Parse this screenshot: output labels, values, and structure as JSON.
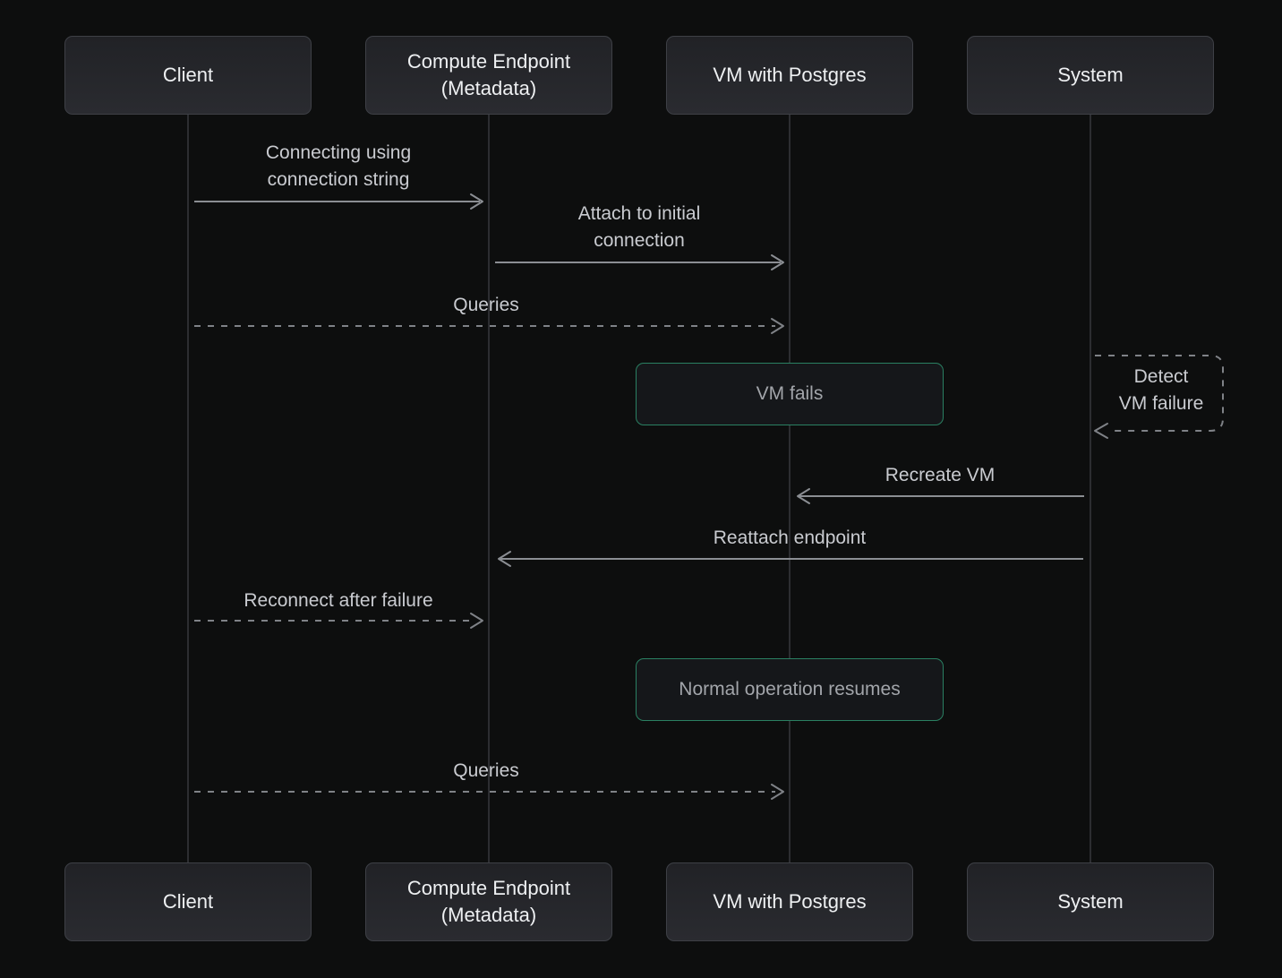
{
  "diagram_type": "sequence-diagram",
  "colors": {
    "background": "#0d0e0e",
    "note_border_green": "#2a8062",
    "actor_fill": "#26272b",
    "arrow_gray": "#8b8e93"
  },
  "actors": [
    {
      "id": "client",
      "label": "Client"
    },
    {
      "id": "compute-endpoint",
      "label": "Compute Endpoint\n(Metadata)"
    },
    {
      "id": "vm-with-postgres",
      "label": "VM with Postgres"
    },
    {
      "id": "system",
      "label": "System"
    }
  ],
  "messages": {
    "connecting": {
      "from": "client",
      "to": "compute-endpoint",
      "style": "solid",
      "label": "Connecting using\nconnection string"
    },
    "attach": {
      "from": "compute-endpoint",
      "to": "vm-with-postgres",
      "style": "solid",
      "label": "Attach to initial\nconnection"
    },
    "queries_initial": {
      "from": "client",
      "to": "vm-with-postgres",
      "style": "dashed",
      "label": "Queries"
    },
    "recreate_vm": {
      "from": "system",
      "to": "vm-with-postgres",
      "style": "solid",
      "label": "Recreate VM"
    },
    "reattach_endpoint": {
      "from": "system",
      "to": "compute-endpoint",
      "style": "solid",
      "label": "Reattach endpoint"
    },
    "reconnect": {
      "from": "client",
      "to": "compute-endpoint",
      "style": "dashed",
      "label": "Reconnect after failure"
    },
    "queries_resumed": {
      "from": "client",
      "to": "vm-with-postgres",
      "style": "dashed",
      "label": "Queries"
    }
  },
  "self_message": {
    "detect": {
      "actor": "system",
      "style": "dashed",
      "label": "Detect\nVM failure"
    }
  },
  "notes": {
    "vm_fails": {
      "over": "vm-with-postgres",
      "label": "VM fails"
    },
    "normal_operation": {
      "over": "vm-with-postgres",
      "label": "Normal operation resumes"
    }
  }
}
